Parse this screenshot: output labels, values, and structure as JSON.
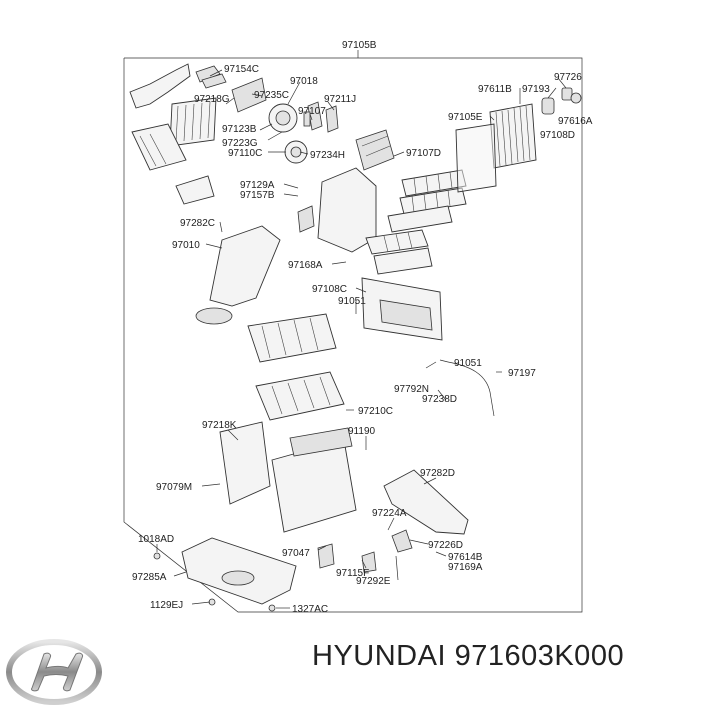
{
  "diagram": {
    "main_label": "97105B",
    "labels": [
      {
        "id": "97154C",
        "text": "97154C"
      },
      {
        "id": "97018",
        "text": "97018"
      },
      {
        "id": "97218G",
        "text": "97218G"
      },
      {
        "id": "97235C",
        "text": "97235C"
      },
      {
        "id": "97107",
        "text": "97107"
      },
      {
        "id": "97211J",
        "text": "97211J"
      },
      {
        "id": "97123B",
        "text": "97123B"
      },
      {
        "id": "97223G",
        "text": "97223G"
      },
      {
        "id": "97110C",
        "text": "97110C"
      },
      {
        "id": "97234H",
        "text": "97234H"
      },
      {
        "id": "97107D",
        "text": "97107D"
      },
      {
        "id": "97611B",
        "text": "97611B"
      },
      {
        "id": "97193",
        "text": "97193"
      },
      {
        "id": "97726",
        "text": "97726"
      },
      {
        "id": "97105E",
        "text": "97105E"
      },
      {
        "id": "97616A",
        "text": "97616A"
      },
      {
        "id": "97108D",
        "text": "97108D"
      },
      {
        "id": "97129A",
        "text": "97129A"
      },
      {
        "id": "97157B",
        "text": "97157B"
      },
      {
        "id": "97282C",
        "text": "97282C"
      },
      {
        "id": "97010",
        "text": "97010"
      },
      {
        "id": "97168A",
        "text": "97168A"
      },
      {
        "id": "97108C",
        "text": "97108C"
      },
      {
        "id": "91051a",
        "text": "91051"
      },
      {
        "id": "91051b",
        "text": "91051"
      },
      {
        "id": "97197",
        "text": "97197"
      },
      {
        "id": "97792N",
        "text": "97792N"
      },
      {
        "id": "97238D",
        "text": "97238D"
      },
      {
        "id": "97210C",
        "text": "97210C"
      },
      {
        "id": "97218K",
        "text": "97218K"
      },
      {
        "id": "91190",
        "text": "91190"
      },
      {
        "id": "97079M",
        "text": "97079M"
      },
      {
        "id": "97282D",
        "text": "97282D"
      },
      {
        "id": "97224A",
        "text": "97224A"
      },
      {
        "id": "97226D",
        "text": "97226D"
      },
      {
        "id": "1018AD",
        "text": "1018AD"
      },
      {
        "id": "97047",
        "text": "97047"
      },
      {
        "id": "97614B",
        "text": "97614B"
      },
      {
        "id": "97169A",
        "text": "97169A"
      },
      {
        "id": "97285A",
        "text": "97285A"
      },
      {
        "id": "97115F",
        "text": "97115F"
      },
      {
        "id": "97292E",
        "text": "97292E"
      },
      {
        "id": "1129EJ",
        "text": "1129EJ"
      },
      {
        "id": "1327AC",
        "text": "1327AC"
      }
    ]
  },
  "footer": {
    "brand_text": "HYUNDAI 971603K000",
    "logo_icon": "hyundai-logo-icon"
  }
}
